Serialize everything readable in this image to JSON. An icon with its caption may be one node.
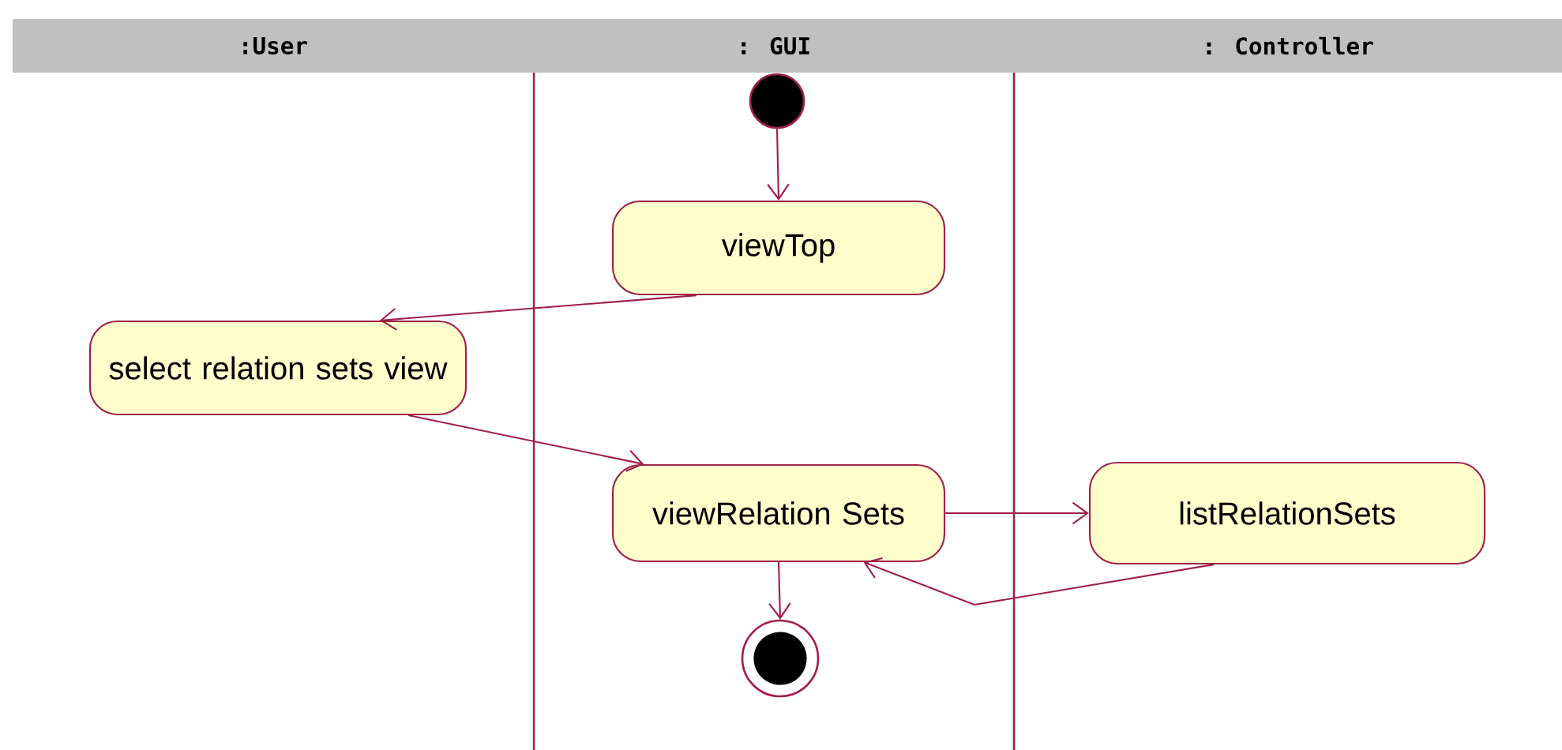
{
  "diagram": {
    "nodes": [
      {
        "text": [
          ":User"
        ]
      },
      {
        "text": [
          ": GUI"
        ]
      },
      {
        "text": [
          ": Controller"
        ]
      },
      {
        "text": [],
        "shape": "circle"
      },
      {
        "text": [
          "viewTop"
        ]
      },
      {
        "text": [
          "select relation sets view"
        ]
      },
      {
        "text": [
          "viewRelation Sets"
        ]
      },
      {
        "text": [
          "listRelationSets"
        ]
      },
      {
        "text": [],
        "shape": "bullseye"
      }
    ],
    "edges": [
      {
        "from": 3,
        "to": 4,
        "arrow": "to"
      },
      {
        "from": 4,
        "to": 5,
        "arrow": "to"
      },
      {
        "from": 5,
        "to": 6,
        "arrow": "to"
      },
      {
        "from": 6,
        "to": 7,
        "arrow": "to"
      },
      {
        "from": 7,
        "to": 6,
        "arrow": "to"
      },
      {
        "from": 6,
        "to": 8,
        "arrow": "to"
      }
    ]
  }
}
